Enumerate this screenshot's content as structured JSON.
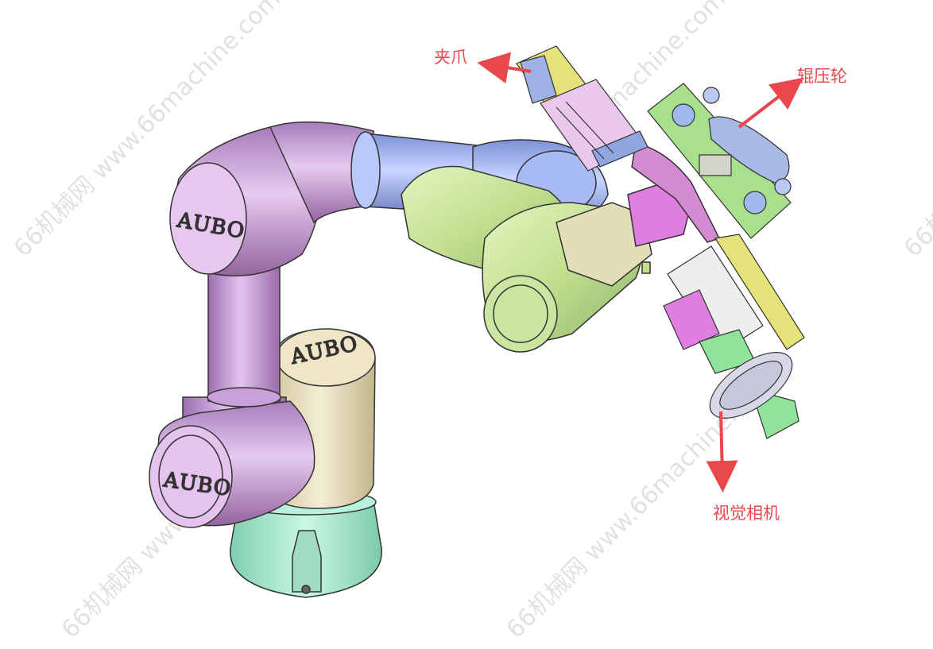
{
  "brand": {
    "logo_text": "AUBO"
  },
  "watermark": {
    "text": "66机械网 www.66machine.com"
  },
  "callouts": {
    "gripper": "夹爪",
    "roller": "辊压轮",
    "camera": "视觉相机"
  },
  "colors": {
    "arrow": "#e8474c",
    "label": "#e8474c",
    "link_purple": "#c99ad6",
    "link_blue": "#9bb2f0",
    "joint_green": "#c6e79a",
    "base_teal": "#a8ecd2",
    "base_tan": "#e4dab8",
    "plate_green": "#a9e08e",
    "plate_yellow": "#e6e27a",
    "camera_green": "#8fe39a",
    "tool_pink": "#e07de0"
  }
}
